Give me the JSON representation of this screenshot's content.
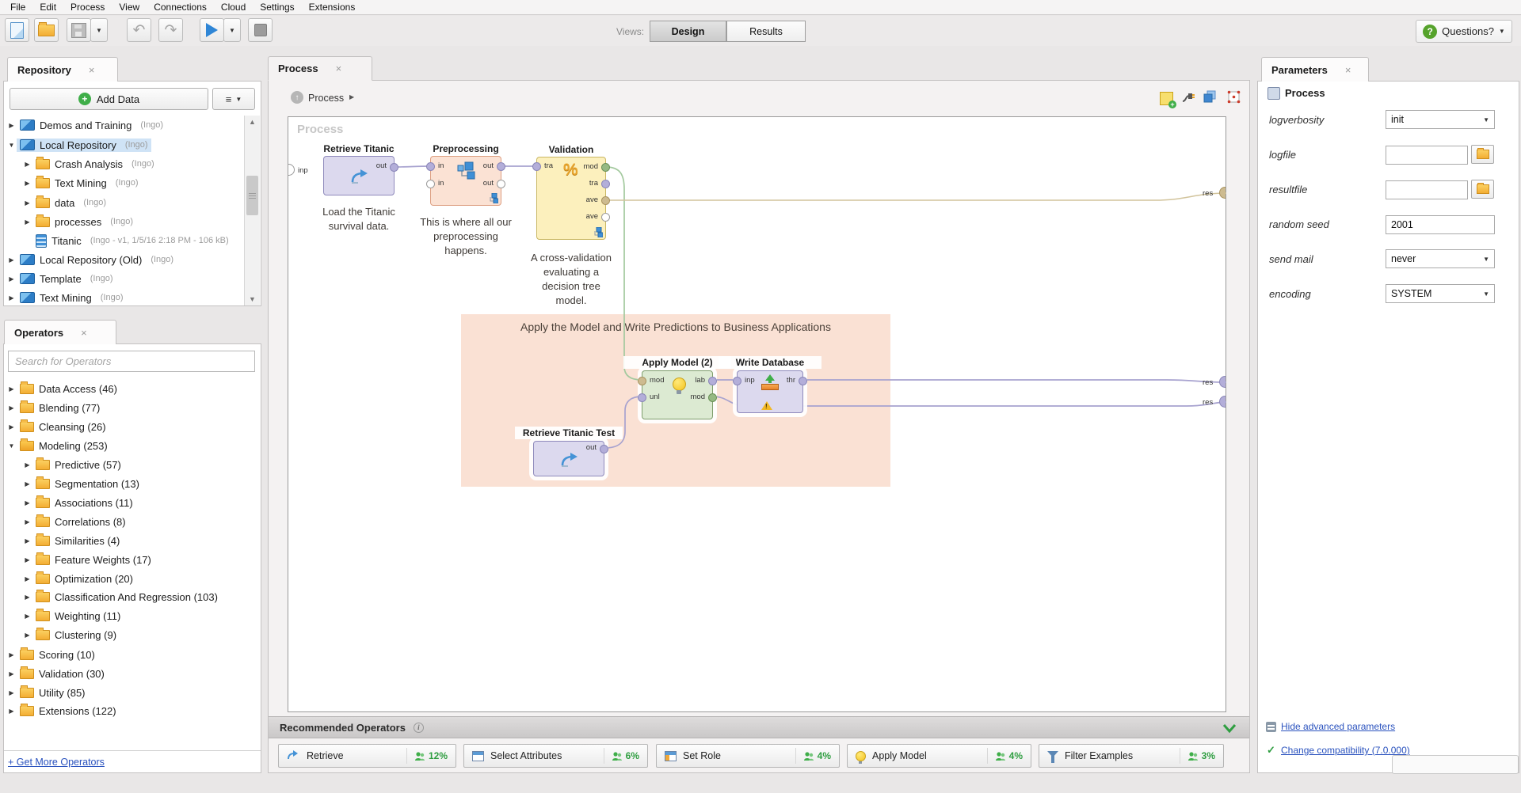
{
  "icons": {
    "collapsed": "▶",
    "expanded": "▼",
    "close": "×",
    "dropdown": "▼",
    "menu_burger": "≡",
    "undo": "↶",
    "redo": "↷",
    "breadcrumb_arrow": "▶",
    "check": "✓",
    "question": "?",
    "percent": "%",
    "up_arrow": "↑",
    "plus_get_more": ""
  },
  "menu": {
    "items": [
      "File",
      "Edit",
      "Process",
      "View",
      "Connections",
      "Cloud",
      "Settings",
      "Extensions"
    ]
  },
  "toolbar": {
    "views_label": "Views:",
    "design": "Design",
    "results": "Results",
    "questions": "Questions?"
  },
  "repository": {
    "title": "Repository",
    "add_data": "Add Data",
    "items": [
      {
        "label": "Demos and Training",
        "meta": "(Ingo)"
      },
      {
        "label": "Local Repository",
        "meta": "(Ingo)"
      },
      {
        "label": "Crash Analysis",
        "meta": "(Ingo)"
      },
      {
        "label": "Text Mining",
        "meta": "(Ingo)"
      },
      {
        "label": "data",
        "meta": "(Ingo)"
      },
      {
        "label": "processes",
        "meta": "(Ingo)"
      },
      {
        "label": "Titanic",
        "meta": "(Ingo - v1, 1/5/16 2:18 PM - 106 kB)"
      },
      {
        "label": "Local Repository (Old)",
        "meta": "(Ingo)"
      },
      {
        "label": "Template",
        "meta": "(Ingo)"
      },
      {
        "label": "Text Mining",
        "meta": "(Ingo)"
      }
    ]
  },
  "operators_panel": {
    "title": "Operators",
    "search_placeholder": "Search for Operators",
    "items": [
      {
        "label": "Data Access (46)"
      },
      {
        "label": "Blending (77)"
      },
      {
        "label": "Cleansing (26)"
      },
      {
        "label": "Modeling (253)"
      },
      {
        "label": "Predictive (57)"
      },
      {
        "label": "Segmentation (13)"
      },
      {
        "label": "Associations (11)"
      },
      {
        "label": "Correlations (8)"
      },
      {
        "label": "Similarities (4)"
      },
      {
        "label": "Feature Weights (17)"
      },
      {
        "label": "Optimization (20)"
      },
      {
        "label": "Classification And Regression (103)"
      },
      {
        "label": "Weighting (11)"
      },
      {
        "label": "Clustering (9)"
      },
      {
        "label": "Scoring (10)"
      },
      {
        "label": "Validation (30)"
      },
      {
        "label": "Utility (85)"
      },
      {
        "label": "Extensions (122)"
      }
    ],
    "get_more": "+ Get More Operators"
  },
  "canvas": {
    "tab": "Process",
    "breadcrumb": "Process",
    "watermark": "Process",
    "region_label": "Apply the Model and Write Predictions to Business Applications",
    "edge": {
      "inp": "inp",
      "res": "res"
    },
    "nodes": [
      {
        "title": "Retrieve Titanic",
        "caption": "Load the Titanic survival data.",
        "p_out": "out"
      },
      {
        "title": "Preprocessing",
        "caption": "This is where all our preprocessing happens.",
        "p_in1": "in",
        "p_in2": "in",
        "p_out1": "out",
        "p_out2": "out"
      },
      {
        "title": "Validation",
        "caption": "A cross-validation evaluating a decision tree model.",
        "p_tra": "tra",
        "p_mod": "mod",
        "p_tra2": "tra",
        "p_ave1": "ave",
        "p_ave2": "ave"
      },
      {
        "title": "Apply Model (2)",
        "p_mod": "mod",
        "p_unl": "unl",
        "p_lab": "lab",
        "p_mod2": "mod"
      },
      {
        "title": "Write Database",
        "p_inp": "inp",
        "p_thr": "thr"
      },
      {
        "title": "Retrieve Titanic Test",
        "p_out": "out"
      }
    ]
  },
  "recommended": {
    "title": "Recommended Operators",
    "items": [
      {
        "label": "Retrieve",
        "pct": "12%"
      },
      {
        "label": "Select Attributes",
        "pct": "6%"
      },
      {
        "label": "Set Role",
        "pct": "4%"
      },
      {
        "label": "Apply Model",
        "pct": "4%"
      },
      {
        "label": "Filter Examples",
        "pct": "3%"
      }
    ]
  },
  "parameters": {
    "title": "Parameters",
    "header": "Process",
    "rows": [
      {
        "label": "logverbosity",
        "value": "init"
      },
      {
        "label": "logfile",
        "value": ""
      },
      {
        "label": "resultfile",
        "value": ""
      },
      {
        "label": "random seed",
        "value": "2001"
      },
      {
        "label": "send mail",
        "value": "never"
      },
      {
        "label": "encoding",
        "value": "SYSTEM"
      }
    ],
    "hide_advanced": "Hide advanced parameters",
    "compatibility": "Change compatibility (7.0.000)"
  }
}
